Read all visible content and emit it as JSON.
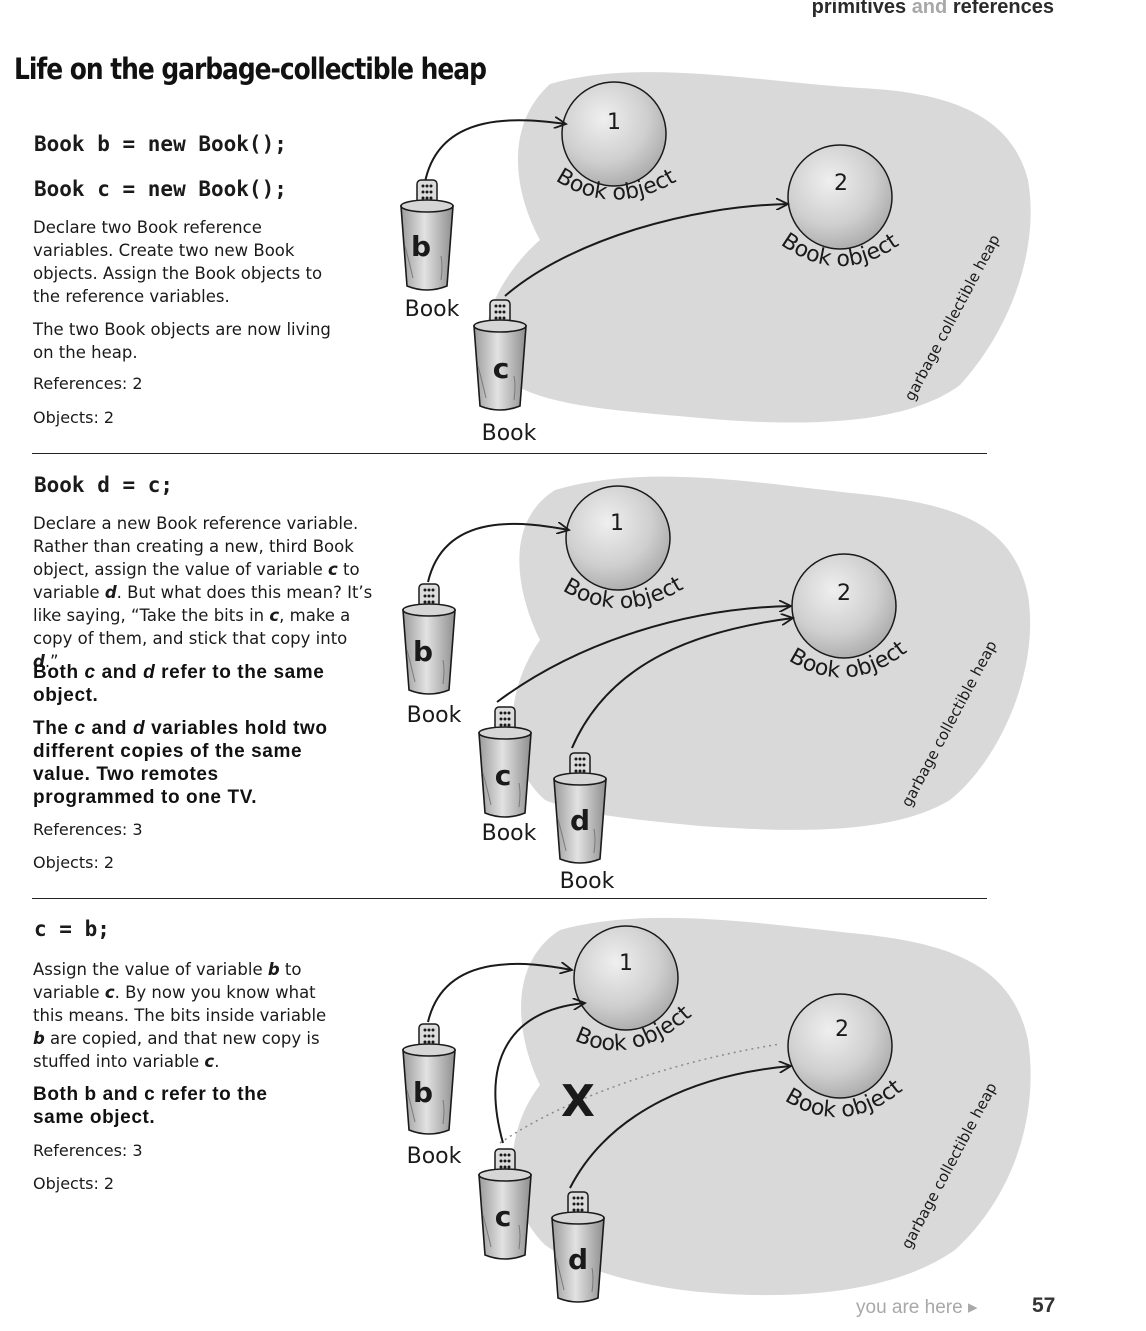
{
  "header": {
    "left": "primitives",
    "mid": "and",
    "right": "references"
  },
  "title": "Life on the garbage-collectible heap",
  "section1": {
    "code1": "Book b = new Book();",
    "code2": "Book c = new Book();",
    "para1": "Declare two Book reference variables. Create two new Book objects. Assign the Book objects to the reference variables.",
    "para2": "The two Book objects are now living on the heap.",
    "references": "References: 2",
    "objects": "Objects: 2"
  },
  "section2": {
    "code": "Book d = c;",
    "para": {
      "p1": "Declare a new Book reference variable. Rather than creating a new, third Book object, assign the value of variable ",
      "v1": "c",
      "p2": " to variable ",
      "v2": "d",
      "p3": ".  But what does this mean? It’s like saying, “Take the bits in ",
      "v3": "c",
      "p4": ", make a copy of them, and stick that copy into ",
      "v4": "d",
      "p5": ".”"
    },
    "bold1": {
      "p1": "Both ",
      "v1": "c",
      "p2": " and ",
      "v2": "d",
      "p3": " refer to the same object."
    },
    "bold2": {
      "p1": "The ",
      "v1": "c",
      "p2": " and ",
      "v2": "d",
      "p3": " variables hold two different copies of the same value. Two remotes programmed to one TV."
    },
    "references": "References: 3",
    "objects": "Objects: 2"
  },
  "section3": {
    "code": "c = b;",
    "para": {
      "p1": "Assign the value of variable ",
      "v1": "b",
      "p2": " to variable ",
      "v2": "c",
      "p3": ".  By now you know what this means. The bits inside variable ",
      "v3": "b",
      "p4": " are copied, and that new copy is stuffed into variable ",
      "v4": "c",
      "p5": "."
    },
    "bold": "Both b and c refer to the same object.",
    "references": "References: 3",
    "objects": "Objects: 2"
  },
  "diagram": {
    "heap_label": "garbage collectible heap",
    "object_label": "Book object",
    "object1": "1",
    "object2": "2",
    "type_label": "Book",
    "var_b": "b",
    "var_c": "c",
    "var_d": "d",
    "cross_mark": "X",
    "colors": {
      "heap": "#d9d9d9",
      "ball": "#c4c4c4",
      "cup": "#bcbcbc",
      "ink": "#1a1a1a"
    }
  },
  "footer": {
    "you_are_here": "you are here ▸",
    "page": "57"
  }
}
